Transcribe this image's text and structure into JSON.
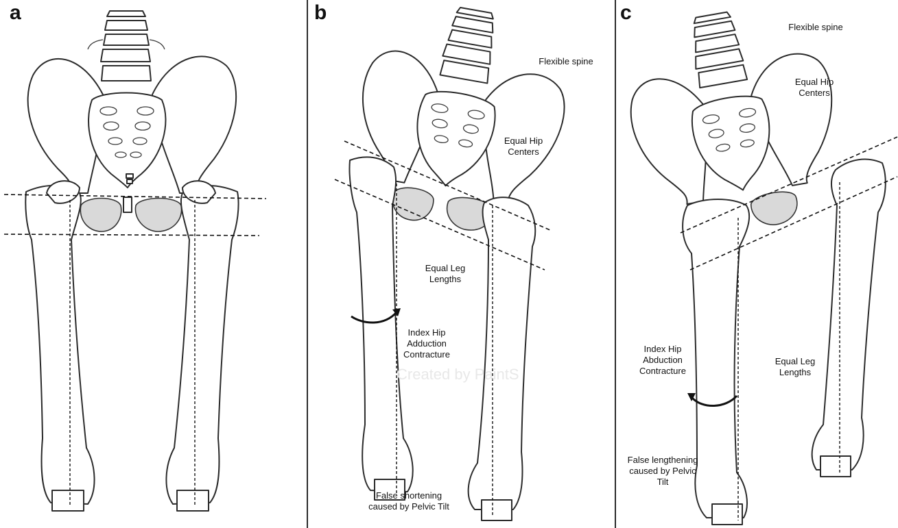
{
  "panels": {
    "a": {
      "letter": "a"
    },
    "b": {
      "letter": "b",
      "spine_label": "Flexible spine",
      "hip_label": "Equal Hip Centers",
      "leg_label": "Equal Leg Lengths",
      "contracture_label": "Index Hip Adduction Contracture",
      "false_label": "False shortening caused by Pelvic Tilt",
      "watermark": "Created by PaintS"
    },
    "c": {
      "letter": "c",
      "spine_label": "Flexible spine",
      "hip_label": "Equal Hip Centers",
      "leg_label": "Equal Leg Lengths",
      "contracture_label": "Index Hip Abduction Contracture",
      "false_label": "False lengthening caused by Pelvic Tilt"
    }
  },
  "colors": {
    "line": "#111111",
    "bone_shade": "#d9d9d9",
    "watermark": "#e8e8e8"
  }
}
